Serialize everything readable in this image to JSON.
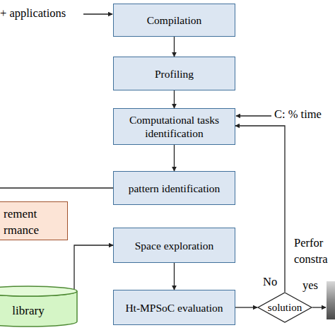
{
  "diagram": {
    "nodes": [
      {
        "text": [
          "Compilation"
        ]
      },
      {
        "text": [
          "Profiling"
        ]
      },
      {
        "text": [
          "Computational tasks identification"
        ]
      },
      {
        "text": [
          "pattern identification"
        ]
      },
      {
        "text": [
          "rement rmance"
        ]
      },
      {
        "text": [
          "Space exploration"
        ]
      },
      {
        "text": [
          "library"
        ]
      },
      {
        "text": [
          "Ht-MPSoC evaluation"
        ]
      },
      {
        "text": [
          "solution"
        ]
      }
    ],
    "edges": [
      {
        "from": 0,
        "to": 1,
        "arrow": "to"
      },
      {
        "from": 1,
        "to": 2,
        "arrow": "to"
      },
      {
        "from": 2,
        "to": 3,
        "arrow": "to"
      },
      {
        "from": 6,
        "to": 5,
        "arrow": "to"
      },
      {
        "from": 5,
        "to": 7,
        "arrow": "to"
      },
      {
        "from": 7,
        "to": 8,
        "arrow": "to"
      },
      {
        "from": 8,
        "to": 2,
        "arrow": "to",
        "label": "No"
      }
    ],
    "labels": [
      "+ applications",
      "C: % time",
      "Perfor",
      "constra",
      "yes"
    ]
  }
}
